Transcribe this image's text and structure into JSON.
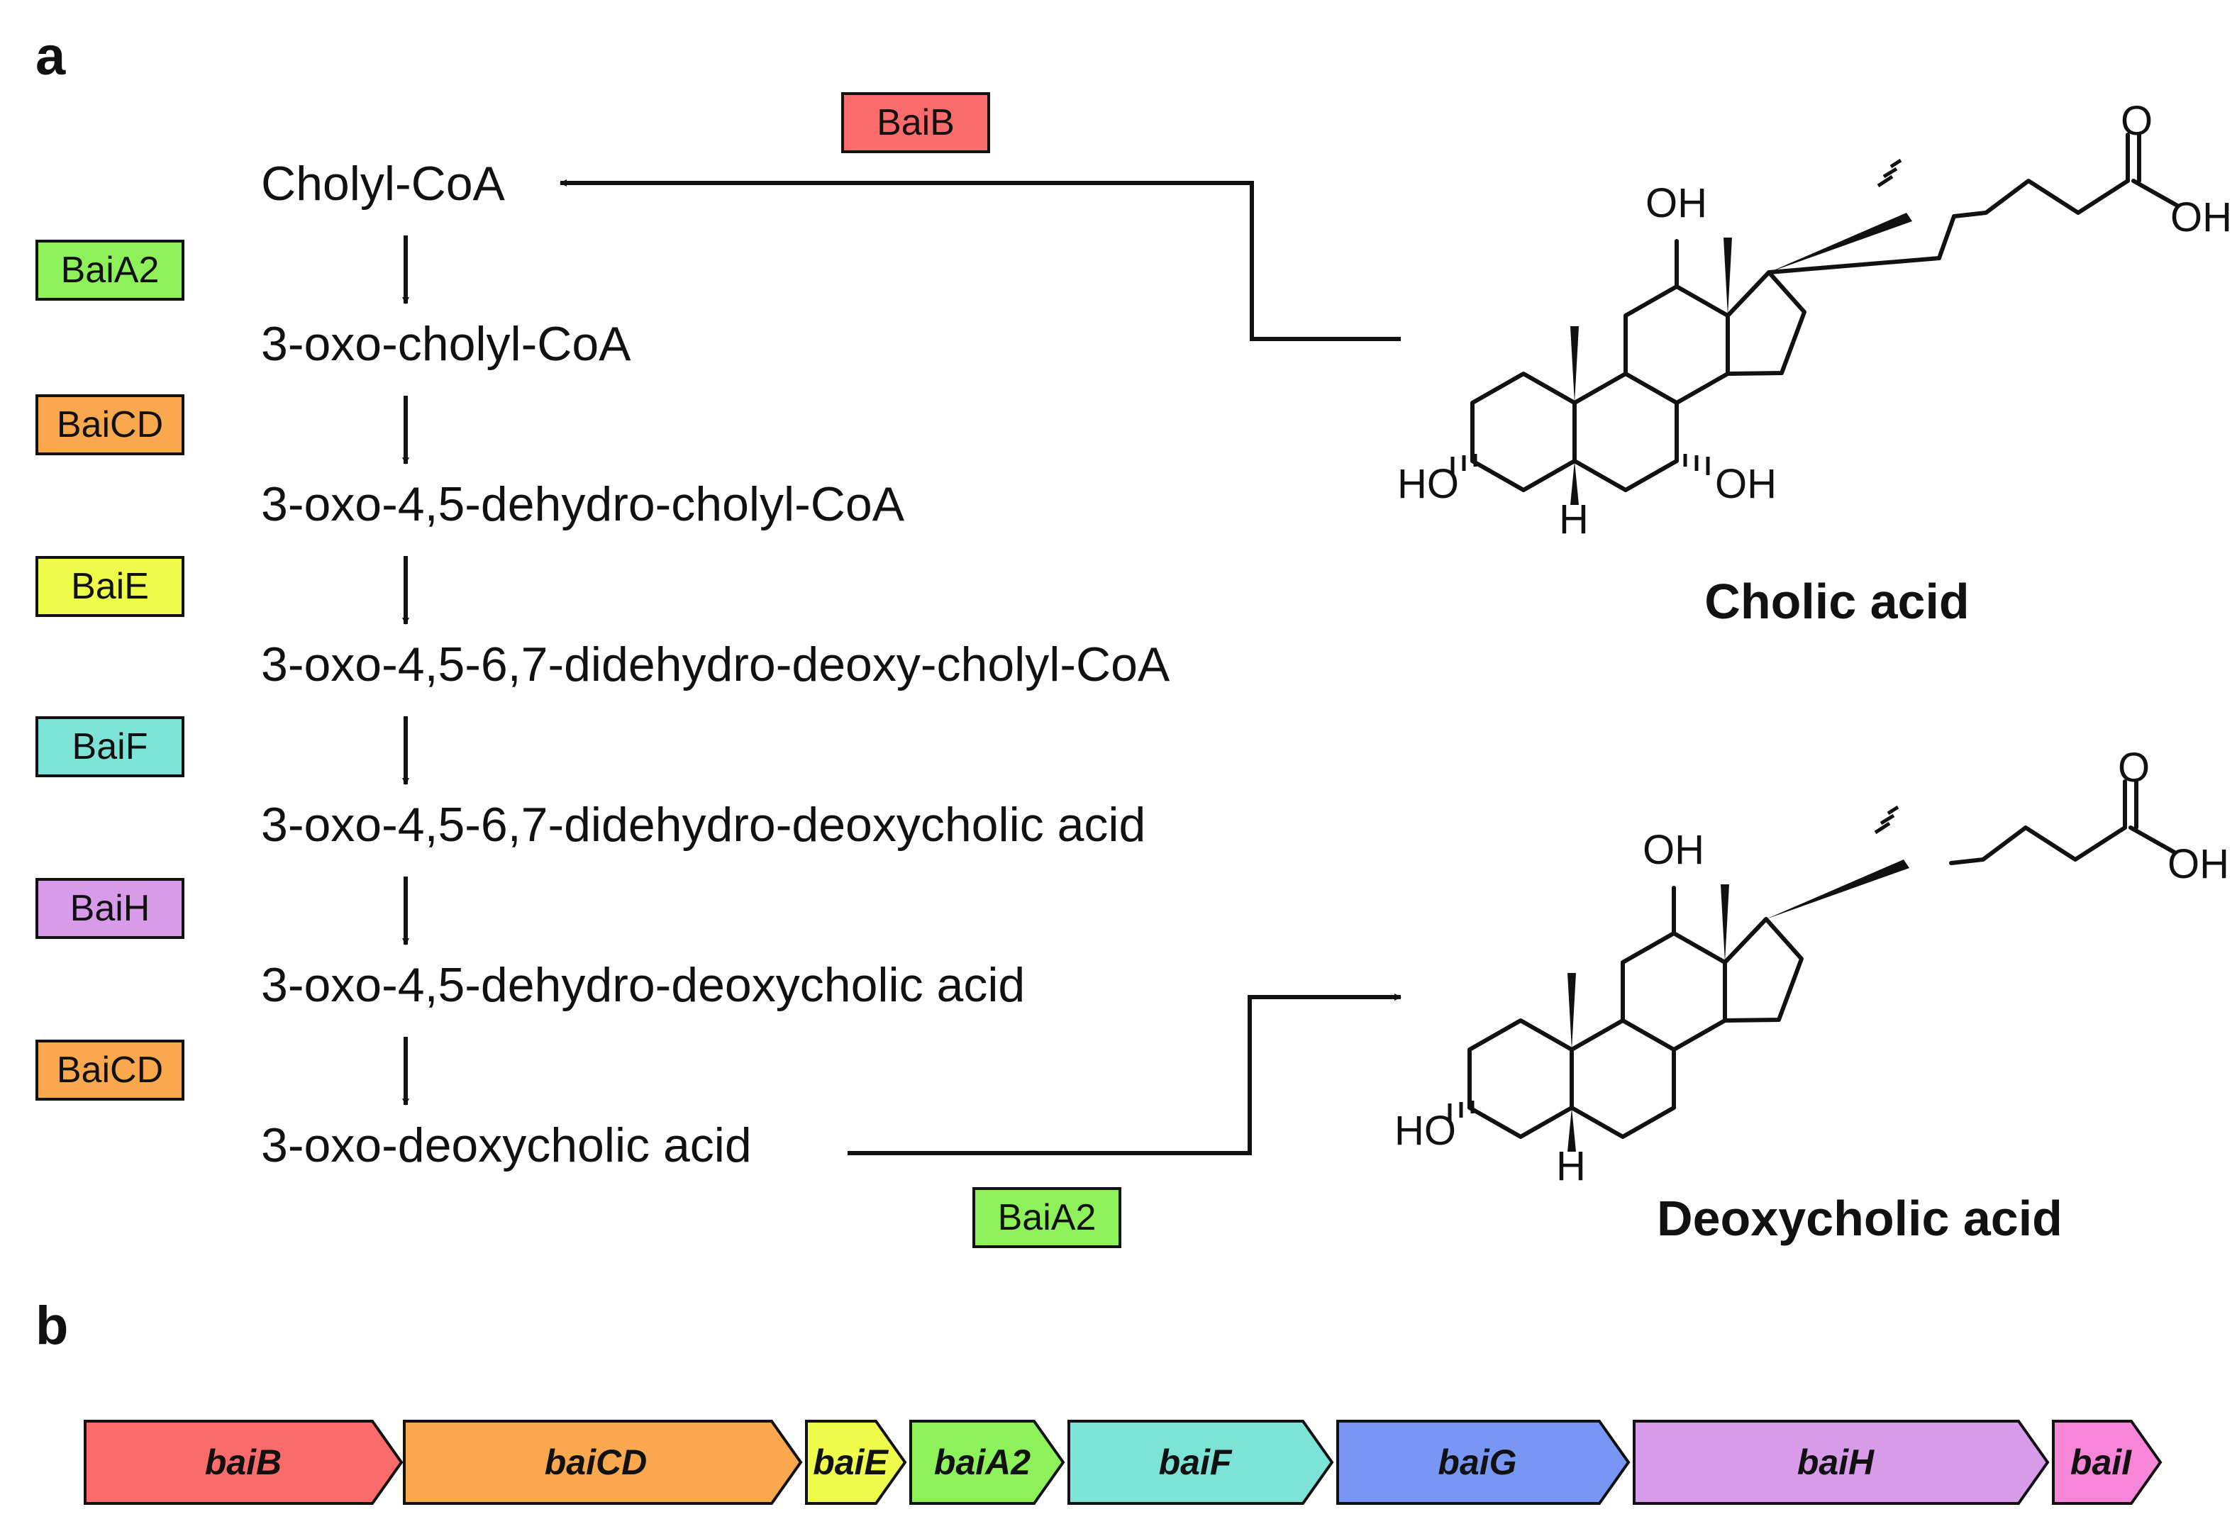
{
  "panel_a": {
    "label": "a",
    "metabolites": [
      "Cholyl-CoA",
      "3-oxo-cholyl-CoA",
      "3-oxo-4,5-dehydro-cholyl-CoA",
      "3-oxo-4,5-6,7-didehydro-deoxy-cholyl-CoA",
      "3-oxo-4,5-6,7-didehydro-deoxycholic acid",
      "3-oxo-4,5-dehydro-deoxycholic acid",
      "3-oxo-deoxycholic acid"
    ],
    "step_enzymes": [
      {
        "label": "BaiA2",
        "color": "#8df25a"
      },
      {
        "label": "BaiCD",
        "color": "#f9a84e"
      },
      {
        "label": "BaiE",
        "color": "#eefc4a"
      },
      {
        "label": "BaiF",
        "color": "#7de3d6"
      },
      {
        "label": "BaiH",
        "color": "#d79be9"
      },
      {
        "label": "BaiCD",
        "color": "#f9a84e"
      }
    ],
    "entry_enzyme": {
      "label": "BaiB",
      "color": "#fb6b6b"
    },
    "exit_enzyme": {
      "label": "BaiA2",
      "color": "#8df25a"
    },
    "molecules": {
      "cholic": {
        "name": "Cholic acid",
        "labels": {
          "oh12": "OH",
          "o_carbonyl": "O",
          "oh_acid": "OH",
          "ho3": "HO",
          "h5": "H",
          "oh7": "OH"
        }
      },
      "deoxycholic": {
        "name": "Deoxycholic acid",
        "labels": {
          "oh12": "OH",
          "o_carbonyl": "O",
          "oh_acid": "OH",
          "ho3": "HO",
          "h5": "H"
        }
      }
    }
  },
  "panel_b": {
    "label": "b",
    "genes": [
      {
        "label": "baiB",
        "color": "#fb6b6b"
      },
      {
        "label": "baiCD",
        "color": "#f9a84e"
      },
      {
        "label": "baiE",
        "color": "#eefc4a"
      },
      {
        "label": "baiA2",
        "color": "#8df25a"
      },
      {
        "label": "baiF",
        "color": "#7de3d6"
      },
      {
        "label": "baiG",
        "color": "#7897f5"
      },
      {
        "label": "baiH",
        "color": "#d79be9"
      },
      {
        "label": "baiI",
        "color": "#f886d8"
      }
    ]
  }
}
